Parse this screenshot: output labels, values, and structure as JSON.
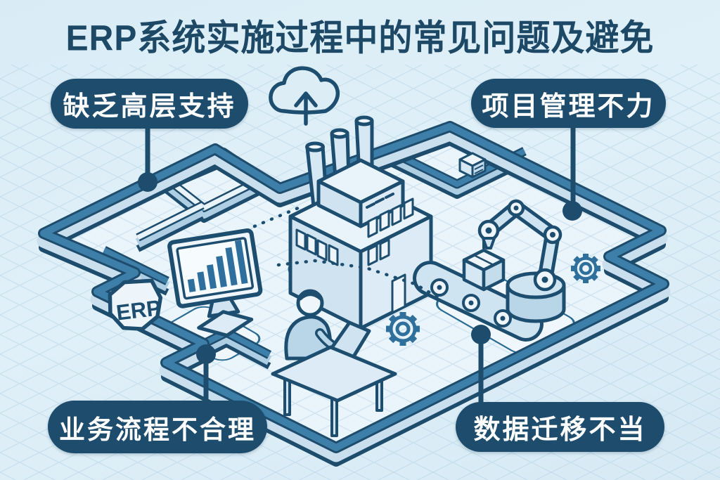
{
  "title": "ERP系统实施过程中的常见问题及避免",
  "callouts": [
    {
      "id": "top-left",
      "label": "缺乏高层支持"
    },
    {
      "id": "top-right",
      "label": "项目管理不力"
    },
    {
      "id": "bottom-left",
      "label": "业务流程不合理"
    },
    {
      "id": "bottom-right",
      "label": "数据迁移不当"
    }
  ],
  "illustration": {
    "erp_badge_label": "ERP",
    "icons": [
      "cloud-upload-icon",
      "factory-icon",
      "monitor-bar-chart-icon",
      "erp-badge",
      "worker-at-desk-icon",
      "laptop-icon",
      "robot-arm-icon",
      "conveyor-belt-icon",
      "box-icon",
      "gear-icon",
      "gear-icon"
    ]
  },
  "colors": {
    "background": "#dcedf6",
    "navy": "#1e4c6d",
    "line": "#1d4e70",
    "wall_top": "#3d7fa9",
    "wall_side": "#c9dfee",
    "floor": "#e9f4fb",
    "fill_light": "#eef6fb",
    "fill_mid": "#cfe4f1",
    "fill_deep": "#b9d5e8",
    "bar": "#2f6f9d",
    "text_on_pill": "#ffffff"
  }
}
